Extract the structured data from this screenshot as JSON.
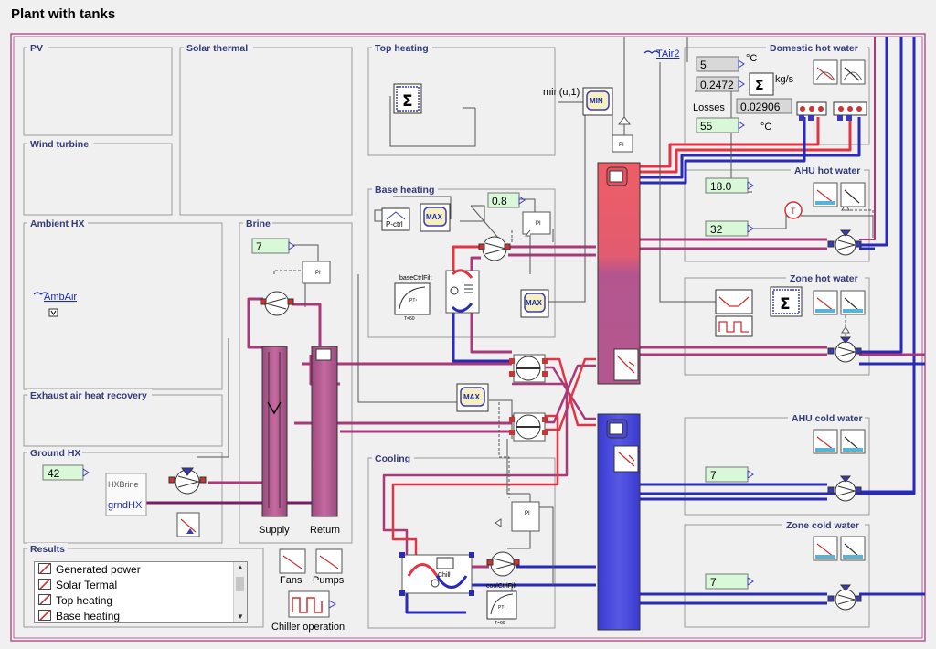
{
  "page": {
    "title": "Plant with tanks"
  },
  "groups": {
    "pv": "PV",
    "solar_thermal": "Solar thermal",
    "wind_turbine": "Wind turbine",
    "ambient_hx": "Ambient HX",
    "exhaust_air": "Exhaust air heat recovery",
    "ground_hx": "Ground HX",
    "brine": "Brine",
    "top_heating": "Top heating",
    "base_heating": "Base heating",
    "cooling": "Cooling",
    "domestic_hot_water": "Domestic hot water",
    "ahu_hot_water": "AHU hot water",
    "zone_hot_water": "Zone hot water",
    "ahu_cold_water": "AHU cold water",
    "zone_cold_water": "Zone cold water",
    "results": "Results"
  },
  "labels": {
    "amb_air": "AmbAir",
    "tair2": "TAir2",
    "min_u1": "min(u,1)",
    "supply": "Supply",
    "return": "Return",
    "hx_brine": "HXBrine",
    "grnd_hx": "grndHX",
    "p_ctrl": "P-ctrl",
    "pi": "PI",
    "max": "MAX",
    "min": "MIN",
    "t": "T",
    "base_ctrl_filt": "baseCtrlFilt",
    "cool_ctrl_filt": "coolCtrlFilt",
    "pt1": "PT¹",
    "t_60": "T=60",
    "chill": "Chill",
    "losses": "Losses",
    "unit_c1": "°C",
    "unit_c2": "°C",
    "unit_kgs": "kg/s",
    "fans": "Fans",
    "pumps": "Pumps",
    "chiller_operation": "Chiller operation"
  },
  "values": {
    "dhw_temp": "5",
    "dhw_flow": "0.2472",
    "dhw_losses": "0.02906",
    "dhw_setpoint": "55",
    "ahu_hot_a": "18.0",
    "ahu_hot_b": "32",
    "brine_set": "7",
    "base_gain": "0.8",
    "ground_hx": "42",
    "ahu_cold": "7",
    "zone_cold": "7"
  },
  "results": {
    "items": [
      "Generated power",
      "Solar Termal",
      "Top heating",
      "Base heating"
    ],
    "scroll_up": "▲",
    "scroll_down": "▼"
  },
  "colors": {
    "hot": "#e03545",
    "warm": "#a93a7a",
    "cold": "#2a2ab8",
    "ground": "#7b1e6a",
    "hot_tank": "#e85a60",
    "cold_tank": "#4848d8",
    "signal": "#444444"
  }
}
